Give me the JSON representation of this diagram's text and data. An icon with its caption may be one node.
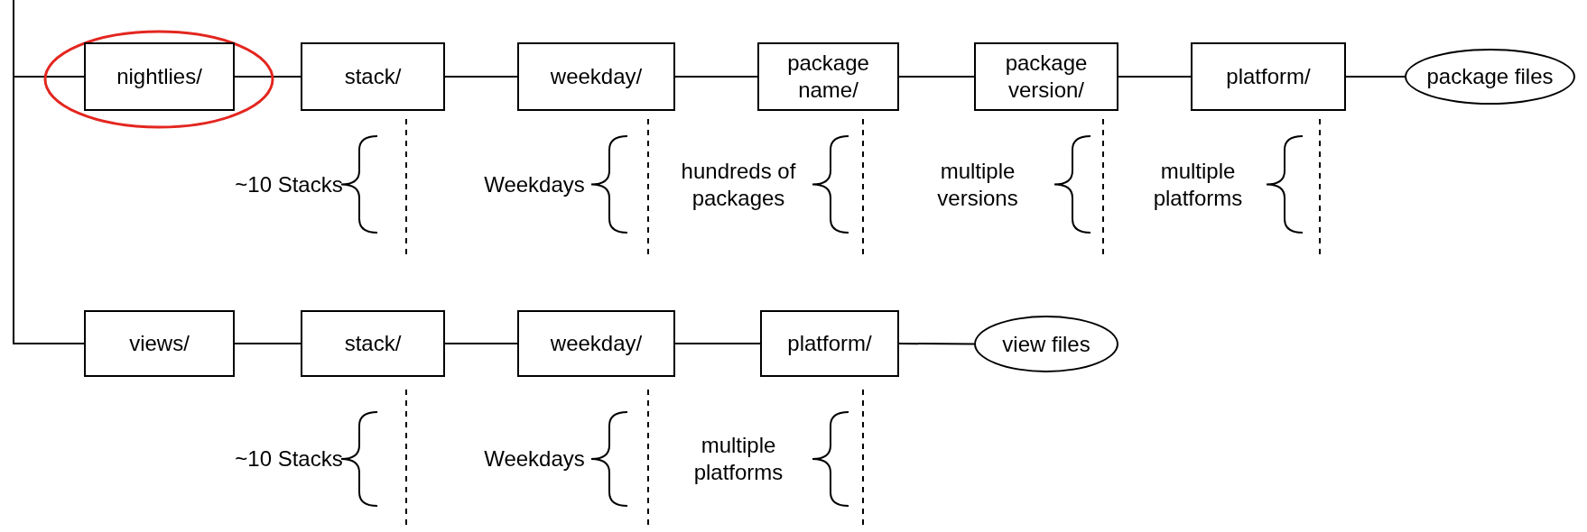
{
  "diagram": {
    "nodes": [
      {
        "text": [
          "nightlies/"
        ]
      },
      {
        "text": [
          "stack/"
        ]
      },
      {
        "text": [
          "weekday/"
        ]
      },
      {
        "text": [
          "package name/"
        ]
      },
      {
        "text": [
          "package version/"
        ]
      },
      {
        "text": [
          "platform/"
        ]
      },
      {
        "text": [
          "package files"
        ]
      },
      {
        "text": [
          "views/"
        ]
      },
      {
        "text": [
          "stack/"
        ]
      },
      {
        "text": [
          "weekday/"
        ]
      },
      {
        "text": [
          "platform/"
        ]
      },
      {
        "text": [
          "view files"
        ]
      }
    ],
    "edges": [
      {
        "from": null,
        "to": 0,
        "arrow": "none"
      },
      {
        "from": 0,
        "to": 1,
        "arrow": "none"
      },
      {
        "from": 1,
        "to": 2,
        "arrow": "none"
      },
      {
        "from": 2,
        "to": 3,
        "arrow": "none"
      },
      {
        "from": 3,
        "to": 4,
        "arrow": "none"
      },
      {
        "from": 4,
        "to": 5,
        "arrow": "none"
      },
      {
        "from": 5,
        "to": 6,
        "arrow": "none"
      },
      {
        "from": null,
        "to": 7,
        "arrow": "none"
      },
      {
        "from": 7,
        "to": 8,
        "arrow": "none"
      },
      {
        "from": 8,
        "to": 9,
        "arrow": "none"
      },
      {
        "from": 9,
        "to": 10,
        "arrow": "none"
      },
      {
        "from": 10,
        "to": 11,
        "arrow": "none"
      }
    ],
    "labels": [
      "~10 Stacks",
      "Weekdays",
      "hundreds of packages",
      "multiple versions",
      "multiple platforms",
      "~10 Stacks",
      "Weekdays",
      "multiple platforms"
    ]
  }
}
